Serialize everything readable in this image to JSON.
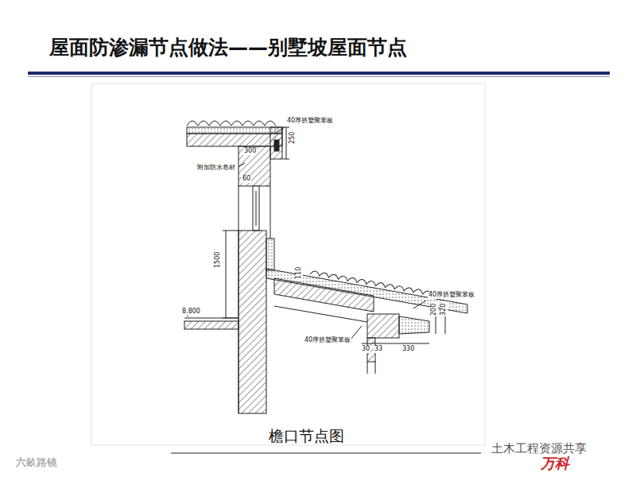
{
  "diagram": {
    "title": "屋面防渗漏节点做法——别墅坡屋面节点",
    "caption": "檐口节点图",
    "labels": [
      "40厚挤塑聚苯板",
      "250",
      "300",
      "附加防水卷材",
      "60",
      "1500",
      "8.800",
      "110",
      "40厚挤塑聚苯板",
      "200",
      "320",
      "40厚挤塑聚苯板",
      "30",
      "33",
      "330",
      "土木工程资源共享",
      "万科",
      "六畝路镜"
    ]
  }
}
